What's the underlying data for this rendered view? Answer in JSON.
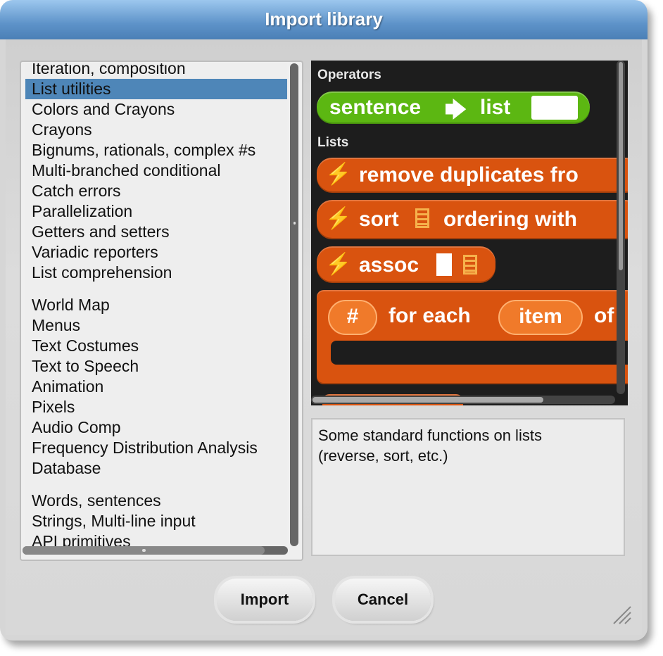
{
  "dialog": {
    "title": "Import library"
  },
  "libraries": {
    "items": [
      {
        "label": "Iteration, composition"
      },
      {
        "label": "List utilities",
        "selected": true
      },
      {
        "label": "Colors and Crayons"
      },
      {
        "label": "Crayons"
      },
      {
        "label": "Bignums, rationals, complex #s"
      },
      {
        "label": "Multi-branched conditional"
      },
      {
        "label": "Catch errors"
      },
      {
        "label": "Parallelization"
      },
      {
        "label": "Getters and setters"
      },
      {
        "label": "Variadic reporters"
      },
      {
        "label": "List comprehension"
      },
      {
        "label": "World Map"
      },
      {
        "label": "Menus"
      },
      {
        "label": "Text Costumes"
      },
      {
        "label": "Text to Speech"
      },
      {
        "label": "Animation"
      },
      {
        "label": "Pixels"
      },
      {
        "label": "Audio Comp"
      },
      {
        "label": "Frequency Distribution Analysis"
      },
      {
        "label": "Database"
      },
      {
        "label": "Words, sentences"
      },
      {
        "label": "Strings, Multi-line input"
      },
      {
        "label": "API primitives"
      }
    ]
  },
  "preview": {
    "category_operators": "Operators",
    "category_lists": "Lists",
    "blocks": {
      "sentence_a": "sentence",
      "sentence_b": "list",
      "remove_duplicates": "remove duplicates fro",
      "sort_a": "sort",
      "sort_b": "ordering with",
      "assoc": "assoc",
      "foreach_hash": "#",
      "foreach_a": "for each",
      "foreach_item": "item",
      "foreach_b": "of"
    },
    "colors": {
      "operators": "#5cb712",
      "lists": "#d9530f",
      "background": "#1d1d1d"
    }
  },
  "help": {
    "line1": "Some standard functions on lists",
    "line2": "(reverse, sort, etc.)"
  },
  "buttons": {
    "import": "Import",
    "cancel": "Cancel"
  },
  "colors": {
    "title_bar": "#5e93c9",
    "selection": "#4e86b8"
  }
}
